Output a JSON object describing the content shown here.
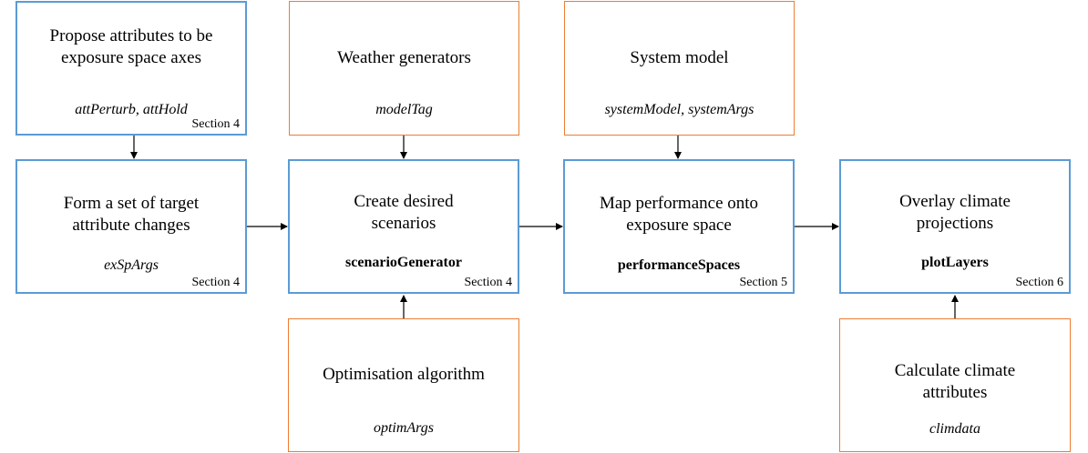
{
  "colors": {
    "primary_border": "#5b9bd5",
    "input_border": "#ed7d31"
  },
  "boxes": {
    "propose": {
      "line1": "Propose attributes to be",
      "line2": "exposure space axes",
      "func_a": "attPerturb",
      "func_sep": ", ",
      "func_b": "attHold",
      "section": "Section 4"
    },
    "weather": {
      "line1": "Weather  generators",
      "func": "modelTag"
    },
    "system": {
      "line1": "System  model",
      "func": "systemModel, systemArgs"
    },
    "form": {
      "line1": "Form a set of target",
      "line2": "attribute changes",
      "func": "exSpArgs",
      "section": "Section 4"
    },
    "create": {
      "line1": "Create desired",
      "line2": "scenarios",
      "func": "scenarioGenerator",
      "section": "Section 4"
    },
    "map": {
      "line1": "Map performance  onto",
      "line2": "exposure space",
      "func": "performanceSpaces",
      "section": "Section 5"
    },
    "overlay": {
      "line1": "Overlay  climate",
      "line2": "projections",
      "func": "plotLayers",
      "section": "Section 6"
    },
    "optim": {
      "line1": "Optimisation  algorithm",
      "func": "optimArgs"
    },
    "climate": {
      "line1": "Calculate climate",
      "line2": "attributes",
      "func": "climdata"
    }
  }
}
